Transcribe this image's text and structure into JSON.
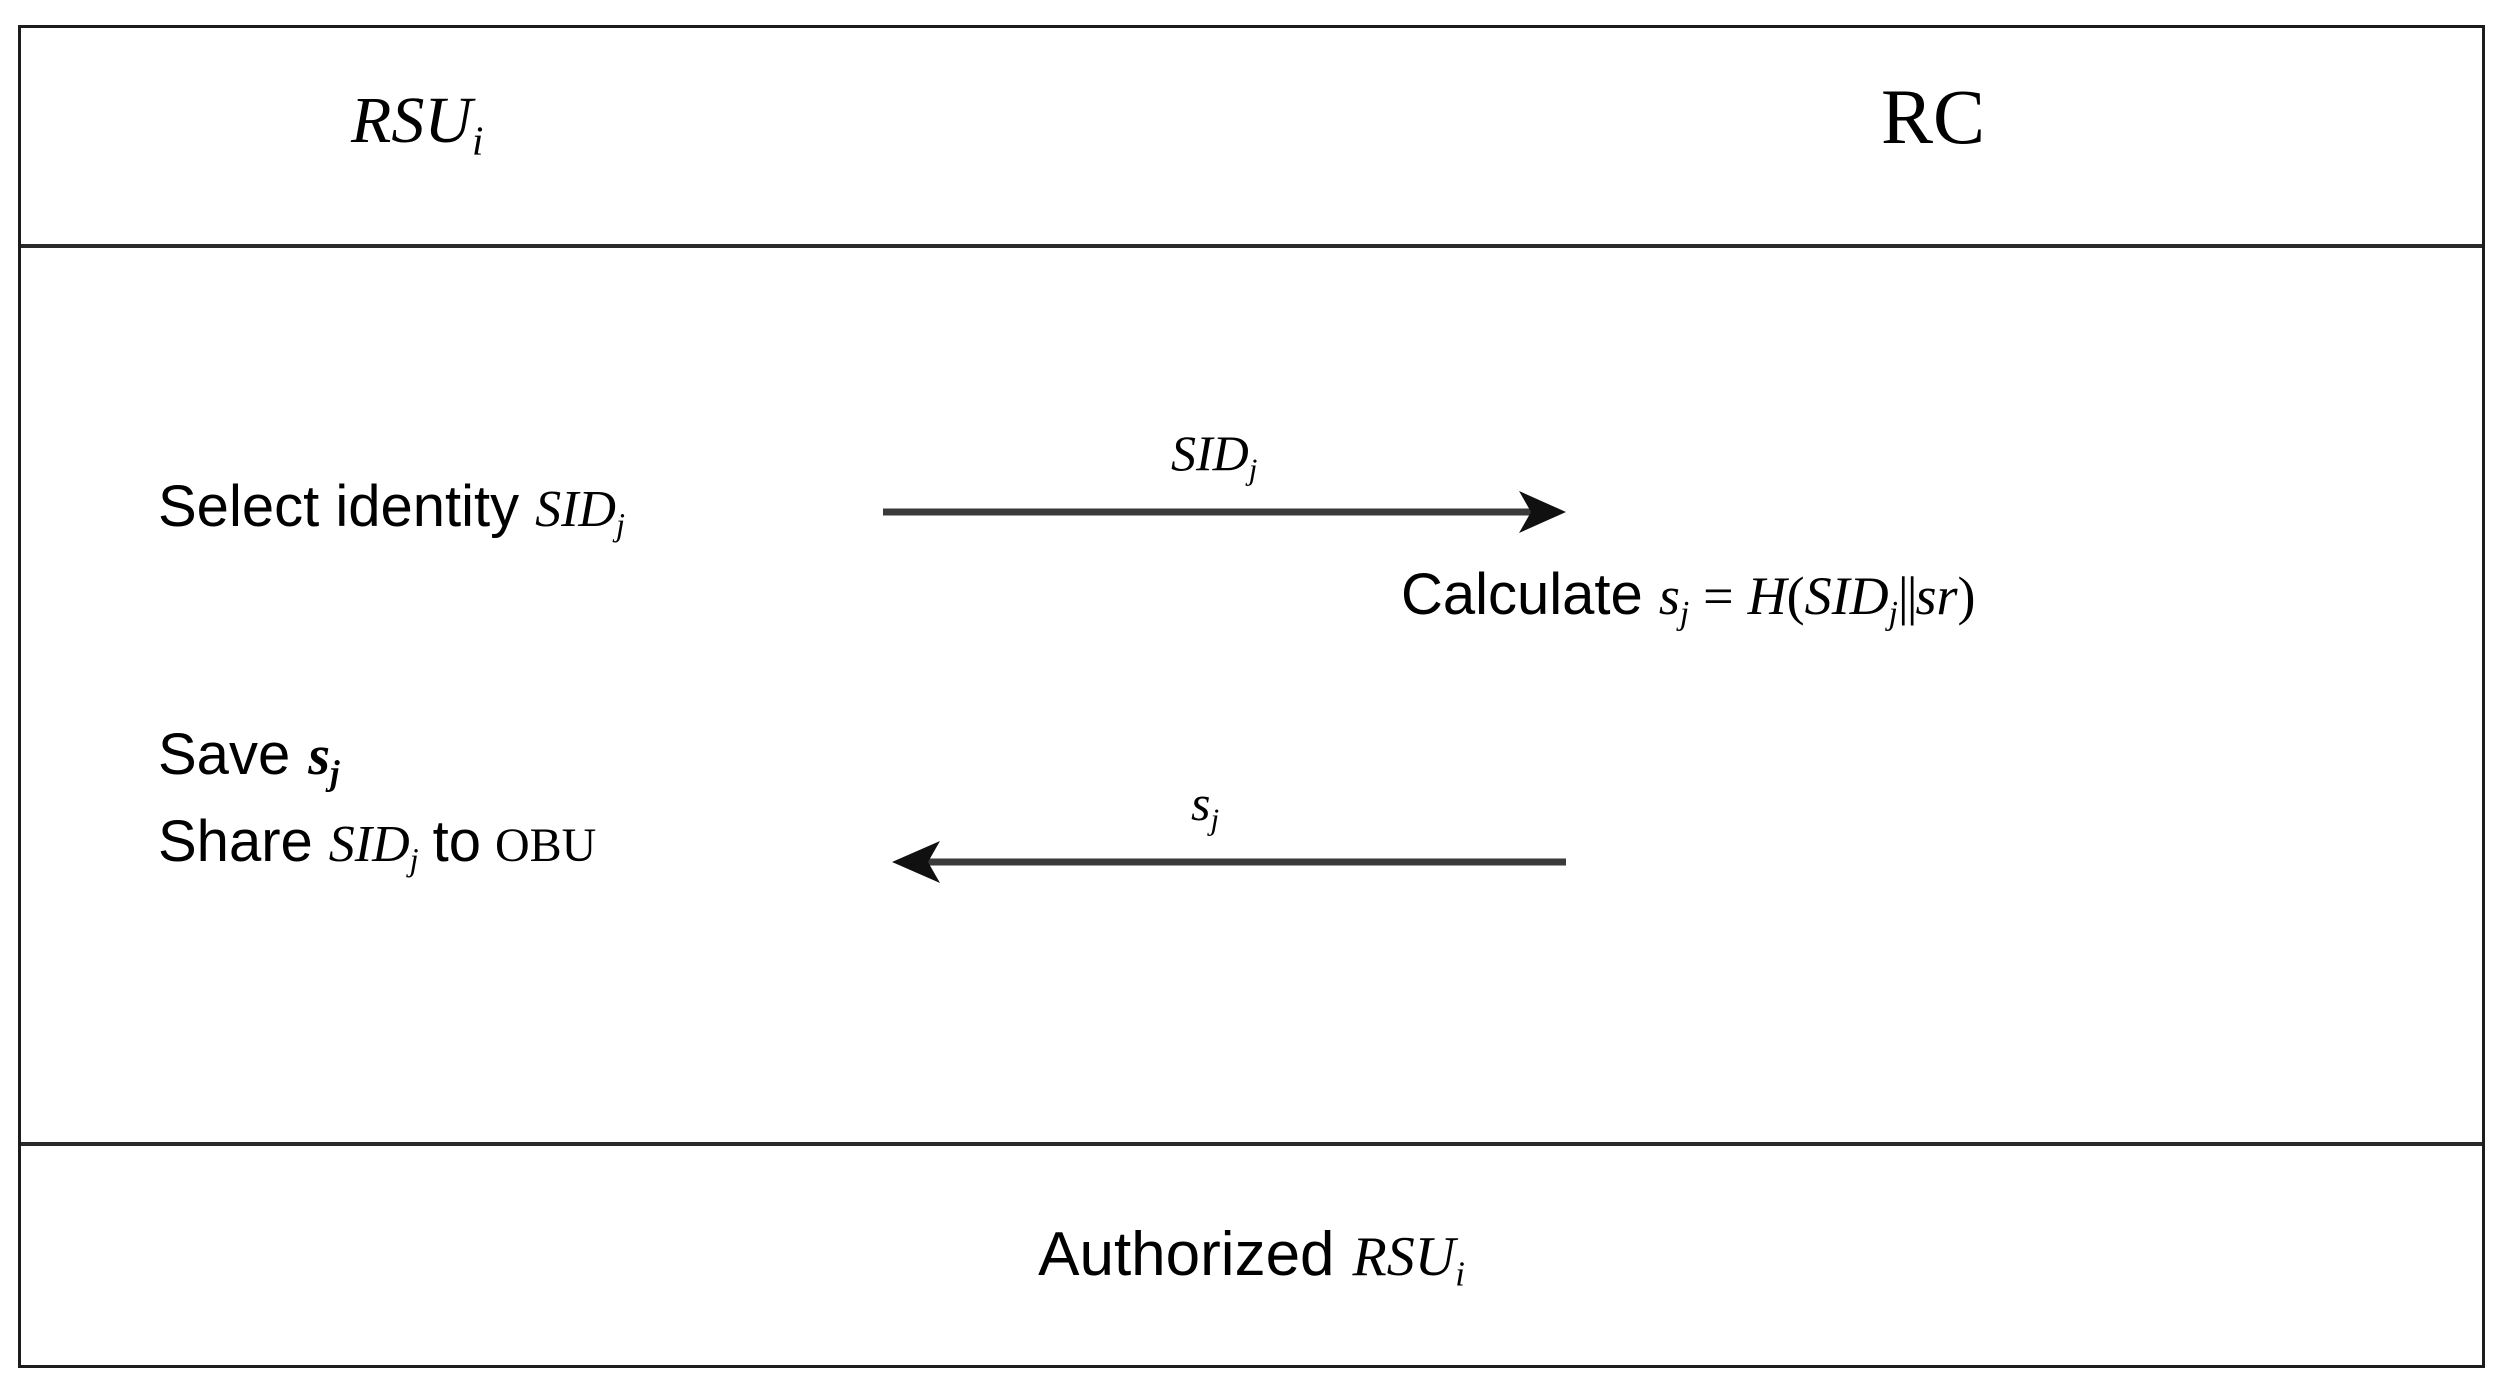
{
  "diagram": {
    "type": "protocol-sequence-diagram",
    "title_visible": false,
    "colors": {
      "frame": "#1c1c1c",
      "divider": "#2a2a2a",
      "text": "#000000",
      "background": "#ffffff",
      "arrow": "#3a3a3a"
    }
  },
  "header": {
    "left_participant": {
      "base": "RSU",
      "subscript": "i"
    },
    "right_participant": {
      "label": "RC"
    }
  },
  "body": {
    "left_actions": [
      {
        "name": "select-identity",
        "prefix": "Select identity",
        "symbol_base": "SID",
        "symbol_sub": "j"
      },
      {
        "name": "save-secret",
        "prefix": "Save",
        "symbol_base": "s",
        "symbol_sub": "j"
      },
      {
        "name": "share-identity",
        "prefix": "Share",
        "symbol_base": "SID",
        "symbol_sub": "j",
        "middle": "to",
        "target": "OBU"
      }
    ],
    "right_actions": [
      {
        "name": "calculate-secret",
        "prefix": "Calculate",
        "formula": "s_j = H(SID_j||sr)",
        "formula_parts": {
          "lhs_base": "s",
          "lhs_sub": "j",
          "equals": "=",
          "hash": "H",
          "open_paren": "(",
          "arg_base": "SID",
          "arg_sub": "j",
          "concat": "||",
          "arg2": "sr",
          "close_paren": ")"
        }
      }
    ],
    "messages": [
      {
        "name": "message-sid",
        "direction": "right",
        "label_base": "SID",
        "label_sub": "j",
        "from": "RSU_i",
        "to": "RC"
      },
      {
        "name": "message-s",
        "direction": "left",
        "label_base": "s",
        "label_sub": "j",
        "from": "RC",
        "to": "RSU_i"
      }
    ]
  },
  "footer": {
    "prefix": "Authorized",
    "symbol_base": "RSU",
    "symbol_sub": "i"
  }
}
